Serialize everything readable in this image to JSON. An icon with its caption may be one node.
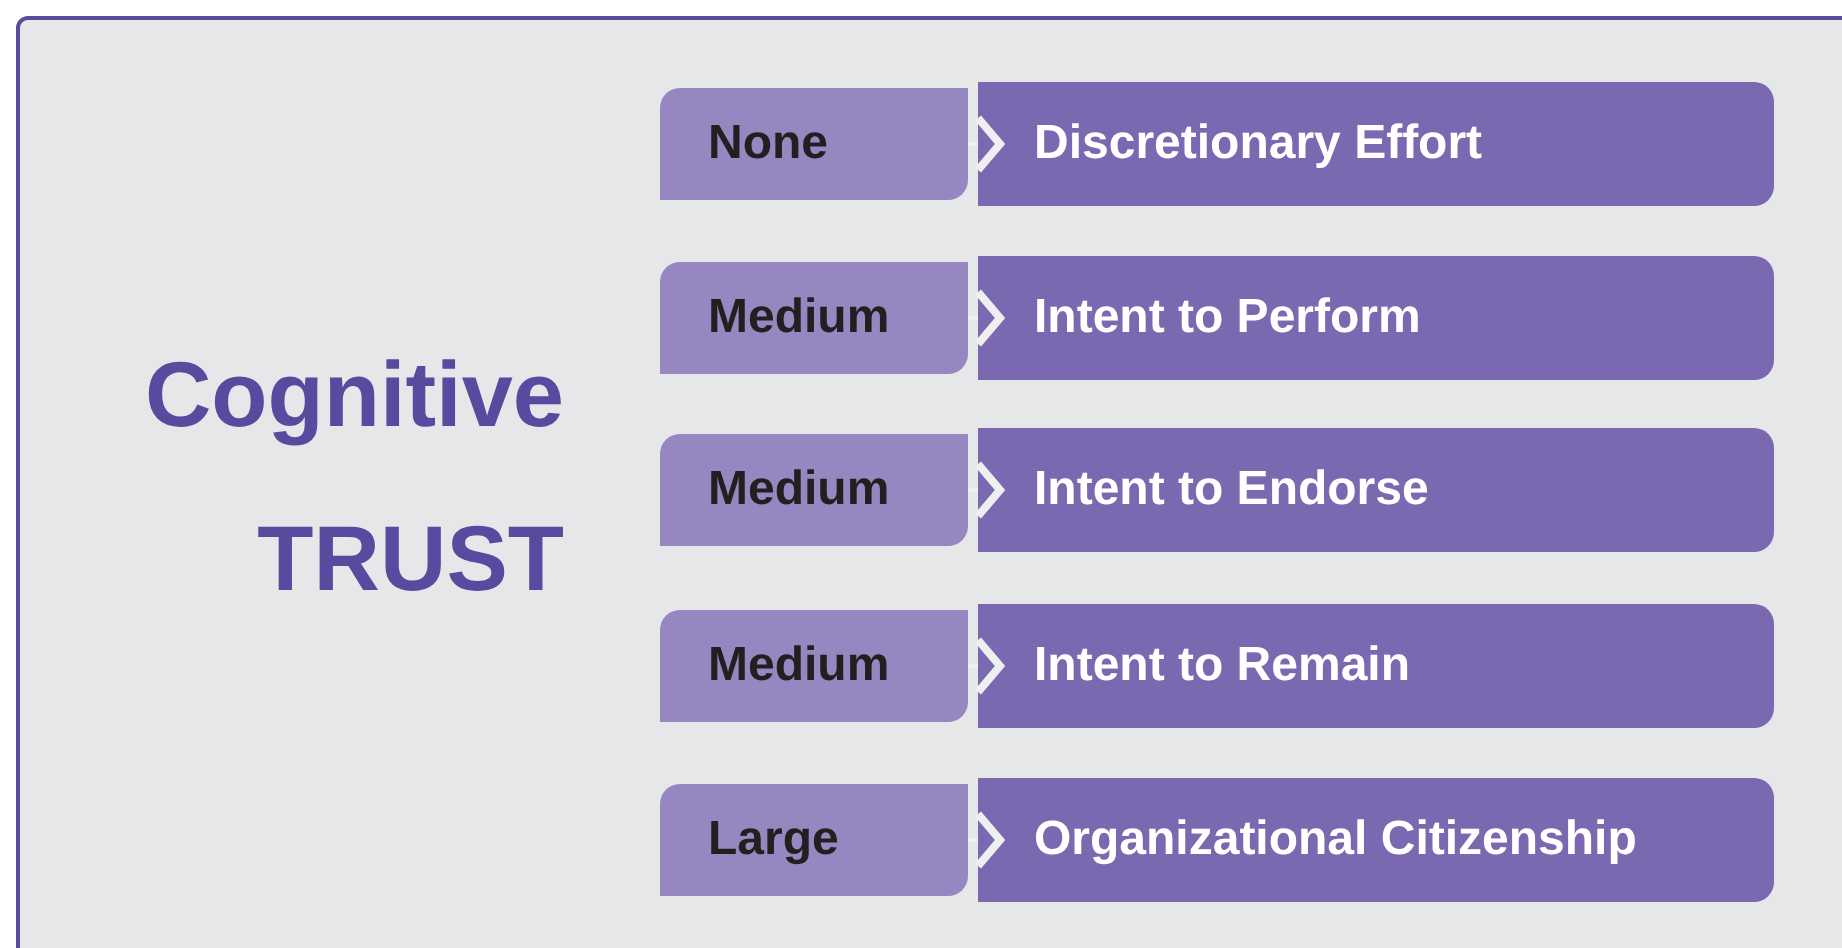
{
  "diagram": {
    "nodes": [
      {
        "text": [
          "Cognitive TRUST"
        ]
      },
      {
        "text": [
          "None"
        ],
        "in": 0
      },
      {
        "text": [
          "Discretionary Effort"
        ],
        "in": 0
      },
      {
        "text": [
          "Medium"
        ],
        "in": 0
      },
      {
        "text": [
          "Intent to Perform"
        ],
        "in": 0
      },
      {
        "text": [
          "Medium"
        ],
        "in": 0
      },
      {
        "text": [
          "Intent to Endorse"
        ],
        "in": 0
      },
      {
        "text": [
          "Medium"
        ],
        "in": 0
      },
      {
        "text": [
          "Intent to Remain"
        ],
        "in": 0
      },
      {
        "text": [
          "Large"
        ],
        "in": 0
      },
      {
        "text": [
          "Organizational Citizenship"
        ],
        "in": 0
      }
    ],
    "edges": [
      {
        "from": 1,
        "to": 2,
        "arrow": "to"
      },
      {
        "from": 3,
        "to": 4,
        "arrow": "to"
      },
      {
        "from": 5,
        "to": 6,
        "arrow": "to"
      },
      {
        "from": 7,
        "to": 8,
        "arrow": "to"
      },
      {
        "from": 9,
        "to": 10,
        "arrow": "to"
      }
    ]
  }
}
